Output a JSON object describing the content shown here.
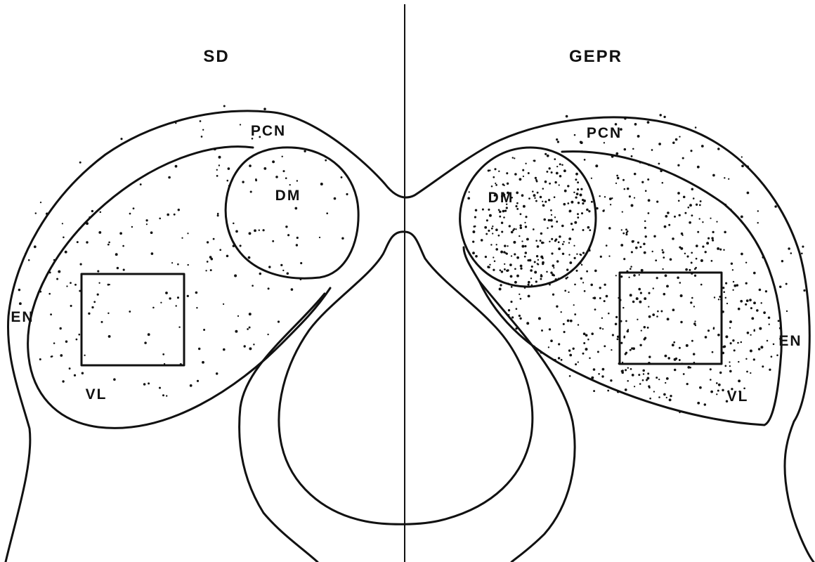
{
  "panels": {
    "left": {
      "title": "SD",
      "labels": {
        "pcn": "PCN",
        "dm": "DM",
        "en": "EN",
        "vl": "VL"
      }
    },
    "right": {
      "title": "GEPR",
      "labels": {
        "pcn": "PCN",
        "dm": "DM",
        "en": "EN",
        "vl": "VL"
      }
    }
  },
  "colors": {
    "ink": "#111111",
    "background": "#ffffff"
  }
}
